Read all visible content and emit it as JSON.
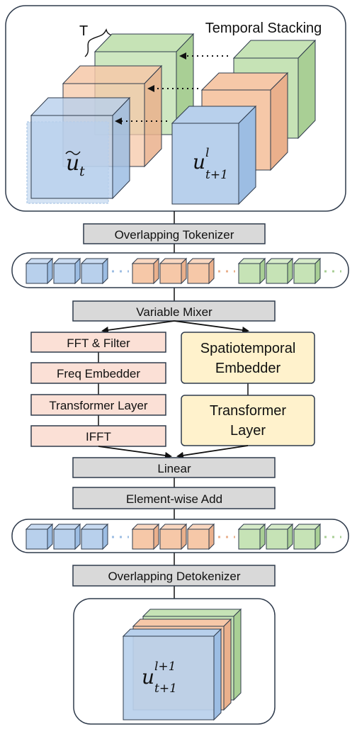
{
  "top_panel": {
    "title": "Temporal Stacking",
    "t_label": "T",
    "u_tilde_base": "u",
    "u_tilde_sub": "t",
    "u_next_base": "u",
    "u_next_sup": "l",
    "u_next_sub": "t+1"
  },
  "blocks": {
    "tokenizer": "Overlapping Tokenizer",
    "variable_mixer": "Variable Mixer",
    "fft_filter": "FFT & Filter",
    "freq_embedder": "Freq Embedder",
    "transformer_layer_left": "Transformer Layer",
    "ifft": "IFFT",
    "spatiotemporal_line1": "Spatiotemporal",
    "spatiotemporal_line2": "Embedder",
    "transformer_right_line1": "Transformer",
    "transformer_right_line2": "Layer",
    "linear": "Linear",
    "element_wise_add": "Element-wise Add",
    "detokenizer": "Overlapping Detokenizer"
  },
  "output_panel": {
    "u_base": "u",
    "u_sup": "l+1",
    "u_sub": "t+1"
  },
  "colors": {
    "blue": "#b8d0ec",
    "orange": "#f6c8a8",
    "green": "#c6e3b6",
    "gray_block": "#d9d9d9",
    "pink_block": "#fbe0d6",
    "yellow_block": "#fff2cc",
    "outline": "#2f3b4c"
  }
}
